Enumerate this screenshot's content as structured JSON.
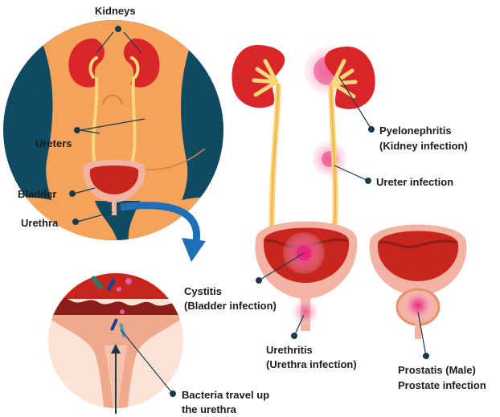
{
  "labels": {
    "kidneys": "Kidneys",
    "ureters": "Ureters",
    "bladder": "Bladder",
    "urethra": "Urethra",
    "pyelonephritis_line1": "Pyelonephritis",
    "pyelonephritis_line2": "(Kidney infection)",
    "ureter_infection": "Ureter infection",
    "cystitis_line1": "Cystitis",
    "cystitis_line2": "(Bladder infection)",
    "urethritis_line1": "Urethritis",
    "urethritis_line2": "(Urethra infection)",
    "prostatis_line1": "Prostatis (Male)",
    "prostatis_line2": "Prostate infection",
    "bacteria_line1": "Bacteria travel up",
    "bacteria_line2": "the urethra"
  },
  "colors": {
    "skin": "#f5a25a",
    "dark_teal": "#0f4a63",
    "kidney_red": "#d9262b",
    "ureter_yellow": "#f6d77a",
    "bladder_pink": "#f3b3a3",
    "bladder_inner": "#c8251f",
    "infection_pink": "#ec4c8c",
    "arrow_blue": "#1e6fb8",
    "leader": "#1a3a4a"
  }
}
